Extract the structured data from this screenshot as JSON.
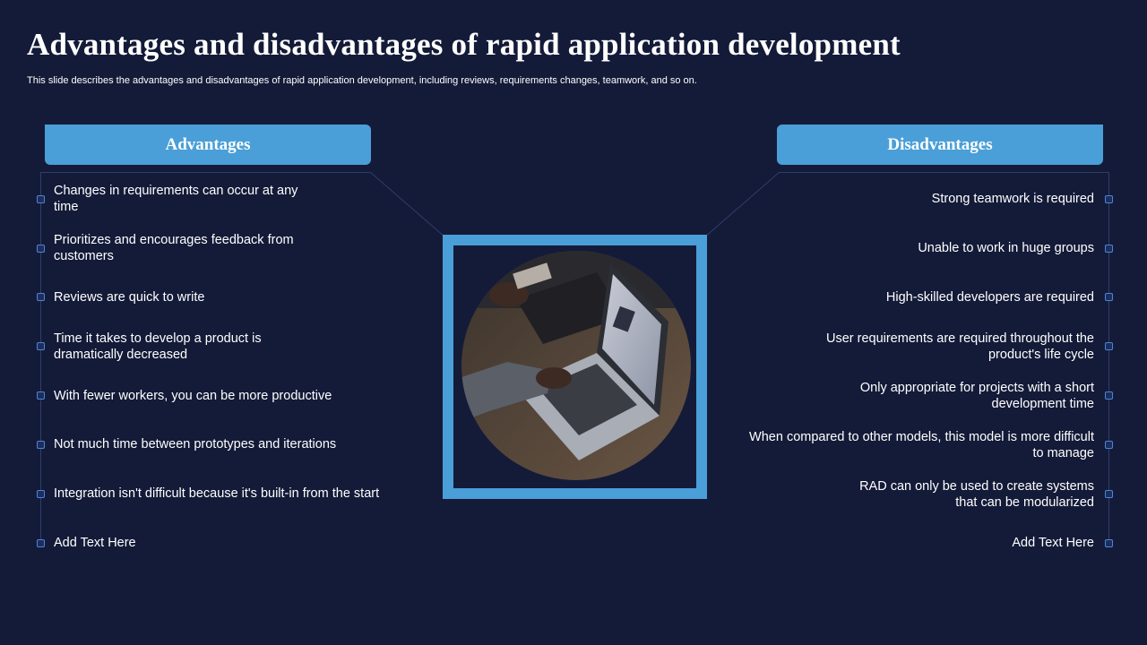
{
  "slide": {
    "title": "Advantages and disadvantages of rapid application development",
    "subtitle": "This slide describes the advantages and disadvantages of rapid application development, including reviews, requirements changes, teamwork, and so on."
  },
  "advantages": {
    "heading": "Advantages",
    "items": [
      "Changes in requirements can occur at any time",
      "Prioritizes and encourages feedback from customers",
      "Reviews are quick to write",
      "Time it takes to develop a product is dramatically decreased",
      "With fewer workers, you can be more productive",
      "Not much time between prototypes and iterations",
      "Integration isn't difficult because it's built-in from the start",
      "Add Text Here"
    ]
  },
  "disadvantages": {
    "heading": "Disadvantages",
    "items": [
      "Strong teamwork is required",
      "Unable to work in huge groups",
      "High-skilled developers are required",
      "User requirements are required throughout the product's life cycle",
      "Only appropriate for projects with a short development time",
      "When compared to other models, this model is more difficult to manage",
      "RAD can only be used to create systems that can be modularized",
      "Add Text Here"
    ]
  },
  "colors": {
    "background": "#141b38",
    "accent": "#4a9fd8",
    "rail": "#2f3d6b"
  },
  "image": {
    "icon": "laptop-photo"
  }
}
